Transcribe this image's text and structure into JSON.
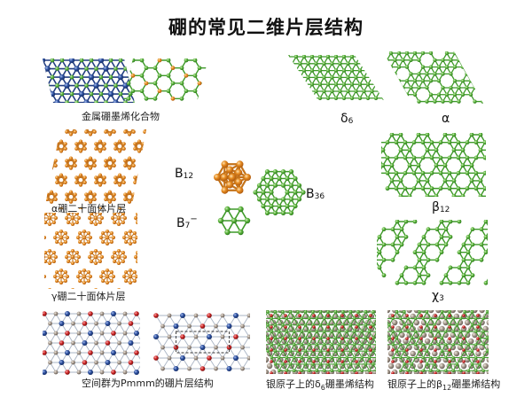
{
  "title": "硼的常见二维片层结构",
  "captions": {
    "metal_boride": "金属硼墨烯化合物",
    "alpha_icosa": "α硼二十面体片层",
    "gamma_icosa": "γ硼二十面体片层",
    "pmmm": "空间群为Pmmm的硼片层结构",
    "delta6_ag_pre": "银原子上的δ",
    "delta6_ag_sub": "6",
    "delta6_ag_post": "硼墨烯结构",
    "beta12_ag_pre": "银原子上的β",
    "beta12_ag_sub": "12",
    "beta12_ag_post": "硼墨烯结构"
  },
  "labels": {
    "delta6": {
      "main": "δ",
      "sub": "6"
    },
    "alpha": {
      "main": "α"
    },
    "beta12": {
      "main": "β",
      "sub": "12"
    },
    "chi3": {
      "main": "χ",
      "sub": "3"
    },
    "b12": {
      "main": "B",
      "sub": "12"
    },
    "b7": {
      "main": "B",
      "sub": "7",
      "sup": "−"
    },
    "b36": {
      "main": "B",
      "sub": "36"
    }
  },
  "colors": {
    "boron_green": "#5bb33a",
    "boron_green_dark": "#2f7d20",
    "boron_orange": "#e58a1f",
    "boron_orange_dark": "#b25d10",
    "metal_blue": "#2c4f9e",
    "atom_red": "#d02525",
    "silver": "#9a8f86"
  }
}
